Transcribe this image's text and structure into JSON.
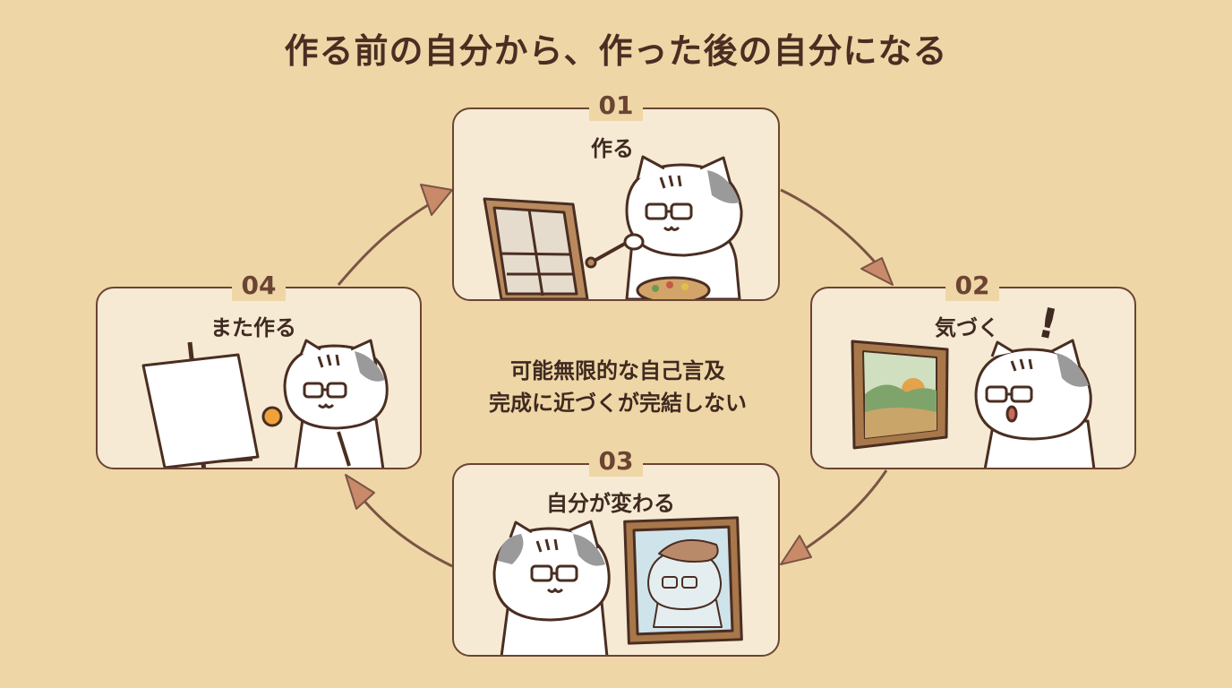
{
  "title": "作る前の自分から、作った後の自分になる",
  "steps": [
    {
      "number": "01",
      "label": "作る"
    },
    {
      "number": "02",
      "label": "気づく"
    },
    {
      "number": "03",
      "label": "自分が変わる"
    },
    {
      "number": "04",
      "label": "また作る"
    }
  ],
  "center": {
    "line1": "可能無限的な自己言及",
    "line2": "完成に近づくが完結しない"
  },
  "exclamation": "!",
  "colors": {
    "background": "#efd6a6",
    "card_fill": "#f6ead4",
    "outline": "#6b4433",
    "arrow_head": "#c98a6a",
    "text": "#4a2e22"
  }
}
